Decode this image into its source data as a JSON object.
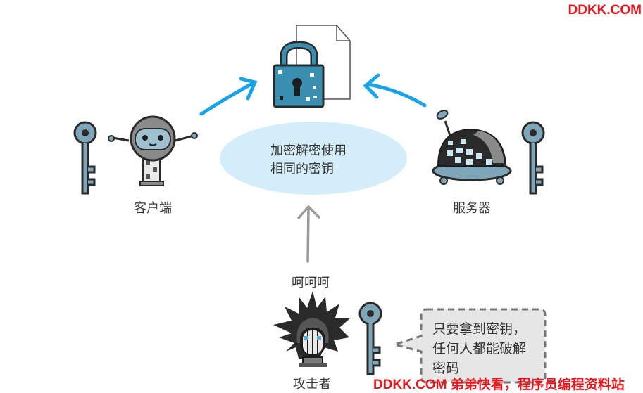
{
  "watermarks": {
    "top": "DDKK.COM",
    "bottom": "DDKK.COM 弟弟快看，程序员编程资料站"
  },
  "center_ellipse": {
    "line1": "加密解密使用",
    "line2": "相同的密钥"
  },
  "client": {
    "label": "客户端"
  },
  "server": {
    "label": "服务器"
  },
  "attacker": {
    "label": "攻击者",
    "laugh": "呵呵呵",
    "bubble_line1": "只要拿到密钥，",
    "bubble_line2": "任何人都能破解",
    "bubble_line3": "密码"
  },
  "colors": {
    "arrow_blue": "#1aa3e8",
    "lock_blue": "#3a8fb0",
    "key_blue": "#7fa6b8",
    "ellipse_fill": "#d4eef9",
    "bubble_fill": "#e6e6e6",
    "watermark_red": "#e8141b"
  },
  "icons": [
    "document-icon",
    "padlock-icon",
    "key-icon",
    "robot-icon",
    "server-robot-icon",
    "attacker-icon"
  ]
}
